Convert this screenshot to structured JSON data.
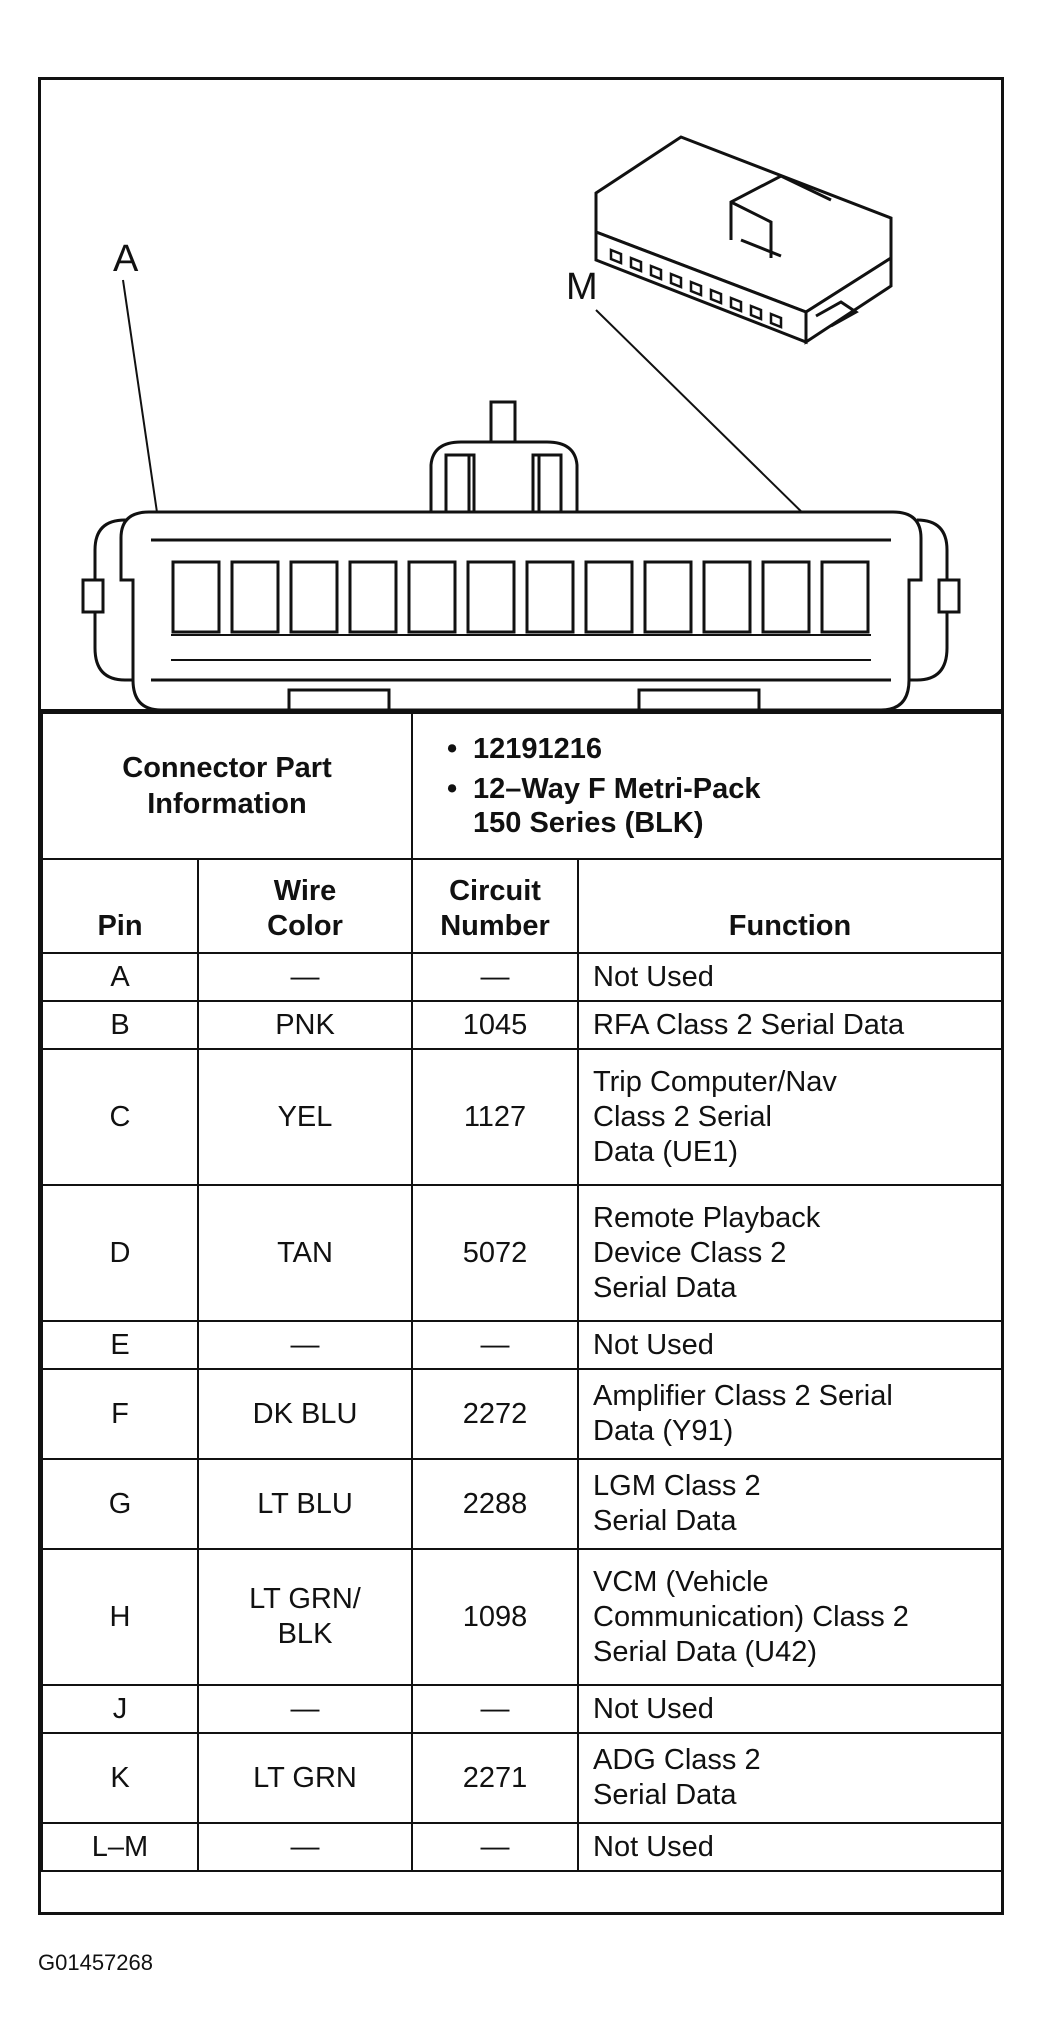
{
  "callouts": {
    "left": "A",
    "right": "M"
  },
  "connector_info": {
    "label_line1": "Connector Part",
    "label_line2": "Information",
    "items": [
      "12191216",
      "12–Way F Metri-Pack",
      "150 Series (BLK)"
    ]
  },
  "columns": {
    "pin": "Pin",
    "wire_line1": "Wire",
    "wire_line2": "Color",
    "circuit_line1": "Circuit",
    "circuit_line2": "Number",
    "function": "Function"
  },
  "rows": [
    {
      "pin": "A",
      "wire": [
        "—"
      ],
      "circuit": "—",
      "function": [
        "Not Used"
      ]
    },
    {
      "pin": "B",
      "wire": [
        "PNK"
      ],
      "circuit": "1045",
      "function": [
        "RFA Class 2 Serial Data"
      ]
    },
    {
      "pin": "C",
      "wire": [
        "YEL"
      ],
      "circuit": "1127",
      "function": [
        "Trip Computer/Nav",
        "Class 2 Serial",
        "Data (UE1)"
      ]
    },
    {
      "pin": "D",
      "wire": [
        "TAN"
      ],
      "circuit": "5072",
      "function": [
        "Remote Playback",
        "Device Class 2",
        "Serial Data"
      ]
    },
    {
      "pin": "E",
      "wire": [
        "—"
      ],
      "circuit": "—",
      "function": [
        "Not Used"
      ]
    },
    {
      "pin": "F",
      "wire": [
        "DK BLU"
      ],
      "circuit": "2272",
      "function": [
        "Amplifier Class 2 Serial",
        "Data (Y91)"
      ]
    },
    {
      "pin": "G",
      "wire": [
        "LT BLU"
      ],
      "circuit": "2288",
      "function": [
        "LGM Class 2",
        "Serial Data"
      ]
    },
    {
      "pin": "H",
      "wire": [
        "LT GRN/",
        "BLK"
      ],
      "circuit": "1098",
      "function": [
        "VCM (Vehicle",
        "Communication) Class 2",
        "Serial Data (U42)"
      ]
    },
    {
      "pin": "J",
      "wire": [
        "—"
      ],
      "circuit": "—",
      "function": [
        "Not Used"
      ]
    },
    {
      "pin": "K",
      "wire": [
        "LT GRN"
      ],
      "circuit": "2271",
      "function": [
        "ADG Class 2",
        "Serial Data"
      ]
    },
    {
      "pin": "L–M",
      "wire": [
        "—"
      ],
      "circuit": "—",
      "function": [
        "Not Used"
      ]
    }
  ],
  "figure_id": "G01457268"
}
